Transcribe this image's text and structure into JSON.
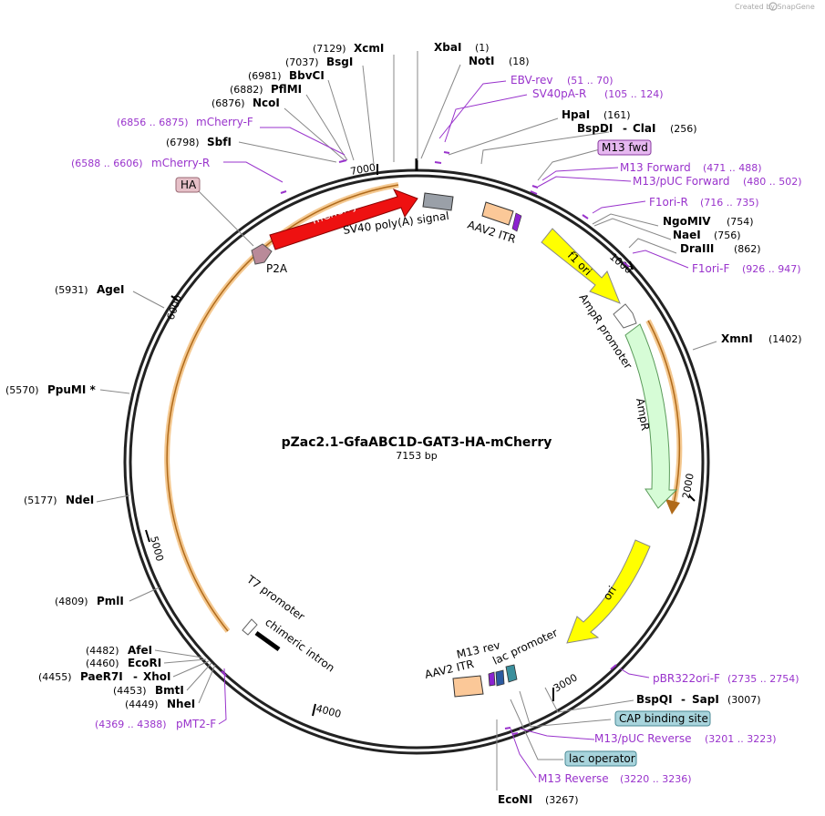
{
  "credit": "Created by SnapGene",
  "plasmid": {
    "name": "pZac2.1-GfaABC1D-GAT3-HA-mCherry",
    "length": "7153 bp"
  },
  "ticks": [
    "1000",
    "2000",
    "3000",
    "4000",
    "5000",
    "6000",
    "7000"
  ],
  "features": {
    "mcherry": "mCherry",
    "sv40": "SV40 poly(A) signal",
    "aav2itr_top": "AAV2 ITR",
    "f1ori": "f1 ori",
    "ampr_promoter": "AmpR promoter",
    "ampr": "AmpR",
    "ori": "ori",
    "lac_promoter": "lac promoter",
    "m13rev": "M13 rev",
    "aav2itr_bottom": "AAV2 ITR",
    "t7": "T7 promoter",
    "chimeric_intron": "chimeric intron",
    "p2a": "P2A"
  },
  "boxed_labels": {
    "ha": "HA",
    "m13fwd": "M13 fwd",
    "cap": "CAP binding site",
    "lacop": "lac operator"
  },
  "sites": {
    "xcmi": {
      "name": "XcmI",
      "pos": "(7129)"
    },
    "bsgi": {
      "name": "BsgI",
      "pos": "(7037)"
    },
    "bbvci": {
      "name": "BbvCI",
      "pos": "(6981)"
    },
    "pflmi": {
      "name": "PflMI",
      "pos": "(6882)"
    },
    "ncoi": {
      "name": "NcoI",
      "pos": "(6876)"
    },
    "sbfi": {
      "name": "SbfI",
      "pos": "(6798)"
    },
    "xbai": {
      "name": "XbaI",
      "pos": "(1)"
    },
    "noti": {
      "name": "NotI",
      "pos": "(18)"
    },
    "hpai": {
      "name": "HpaI",
      "pos": "(161)"
    },
    "bspdi": {
      "name": "BspDI",
      "pos": "(256)"
    },
    "clai": {
      "name": "ClaI"
    },
    "ngomiv": {
      "name": "NgoMIV",
      "pos": "(754)"
    },
    "naei": {
      "name": "NaeI",
      "pos": "(756)"
    },
    "draiii": {
      "name": "DraIII",
      "pos": "(862)"
    },
    "xmni": {
      "name": "XmnI",
      "pos": "(1402)"
    },
    "agei": {
      "name": "AgeI",
      "pos": "(5931)"
    },
    "ppumi": {
      "name": "PpuMI *",
      "pos": "(5570)"
    },
    "ndei": {
      "name": "NdeI",
      "pos": "(5177)"
    },
    "pmli": {
      "name": "PmlI",
      "pos": "(4809)"
    },
    "afei": {
      "name": "AfeI",
      "pos": "(4482)"
    },
    "ecori": {
      "name": "EcoRI",
      "pos": "(4460)"
    },
    "paer7i": {
      "name": "PaeR7I",
      "pos": "(4455)"
    },
    "xhoi": {
      "name": "XhoI"
    },
    "bmti": {
      "name": "BmtI",
      "pos": "(4453)"
    },
    "nhei": {
      "name": "NheI",
      "pos": "(4449)"
    },
    "bspqi": {
      "name": "BspQI",
      "pos": "(3007)"
    },
    "sapi": {
      "name": "SapI"
    },
    "econi": {
      "name": "EcoNI",
      "pos": "(3267)"
    }
  },
  "primers": {
    "mcherry_f": {
      "name": "mCherry-F",
      "pos": "(6856 .. 6875)"
    },
    "mcherry_r": {
      "name": "mCherry-R",
      "pos": "(6588 .. 6606)"
    },
    "ebv_rev": {
      "name": "EBV-rev",
      "pos": "(51 .. 70)"
    },
    "sv40pa_r": {
      "name": "SV40pA-R",
      "pos": "(105 .. 124)"
    },
    "m13_forward": {
      "name": "M13 Forward",
      "pos": "(471 .. 488)"
    },
    "m13puc_forward": {
      "name": "M13/pUC Forward",
      "pos": "(480 .. 502)"
    },
    "f1ori_r": {
      "name": "F1ori-R",
      "pos": "(716 .. 735)"
    },
    "f1ori_f": {
      "name": "F1ori-F",
      "pos": "(926 .. 947)"
    },
    "pbr322ori_f": {
      "name": "pBR322ori-F",
      "pos": "(2735 .. 2754)"
    },
    "m13puc_reverse": {
      "name": "M13/pUC Reverse",
      "pos": "(3201 .. 3223)"
    },
    "m13_reverse": {
      "name": "M13 Reverse",
      "pos": "(3220 .. 3236)"
    },
    "pmt2_f": {
      "name": "pMT2-F",
      "pos": "(4369 .. 4388)"
    }
  }
}
